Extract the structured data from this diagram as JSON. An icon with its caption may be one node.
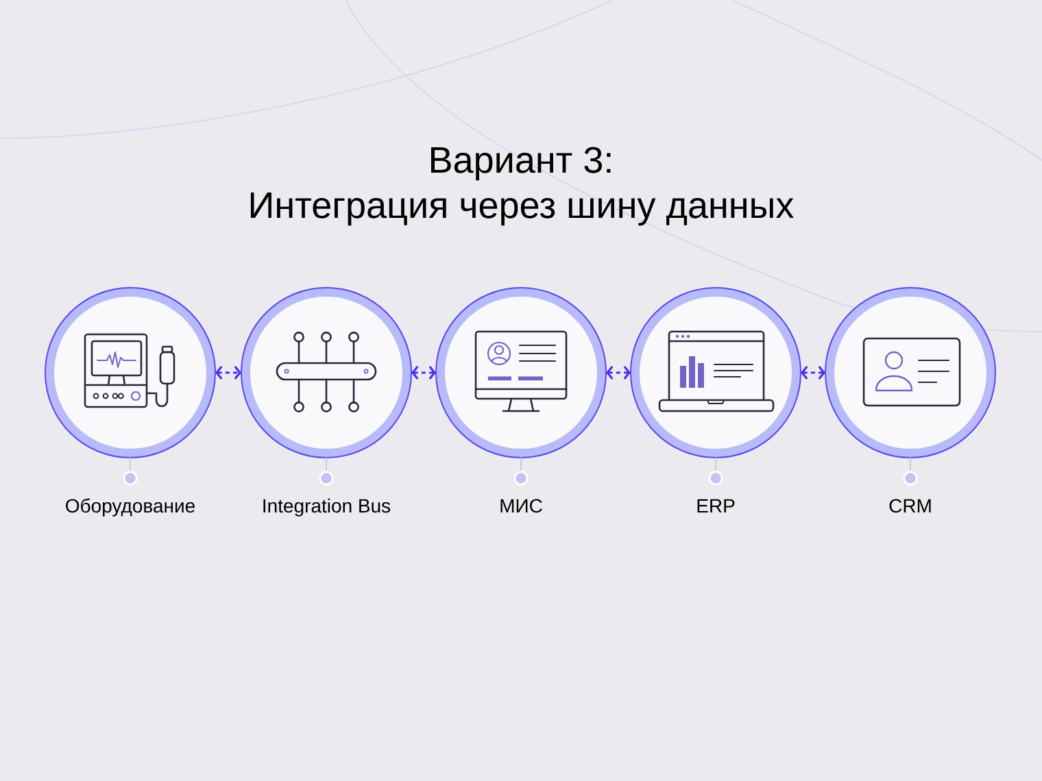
{
  "diagram": {
    "title": "Вариант 3: Интеграция через шину данных",
    "nodes": [
      {
        "text": [
          "Оборудование"
        ]
      },
      {
        "text": [
          "Integration Bus"
        ]
      },
      {
        "text": [
          "МИС"
        ]
      },
      {
        "text": [
          "ERP"
        ]
      },
      {
        "text": [
          "CRM"
        ]
      }
    ],
    "edges": [
      {
        "from": 0,
        "to": 1,
        "arrow": "both",
        "style": "dashed"
      },
      {
        "from": 1,
        "to": 2,
        "arrow": "both",
        "style": "dashed"
      },
      {
        "from": 2,
        "to": 3,
        "arrow": "both",
        "style": "dashed"
      },
      {
        "from": 3,
        "to": 4,
        "arrow": "both",
        "style": "dashed"
      }
    ]
  }
}
